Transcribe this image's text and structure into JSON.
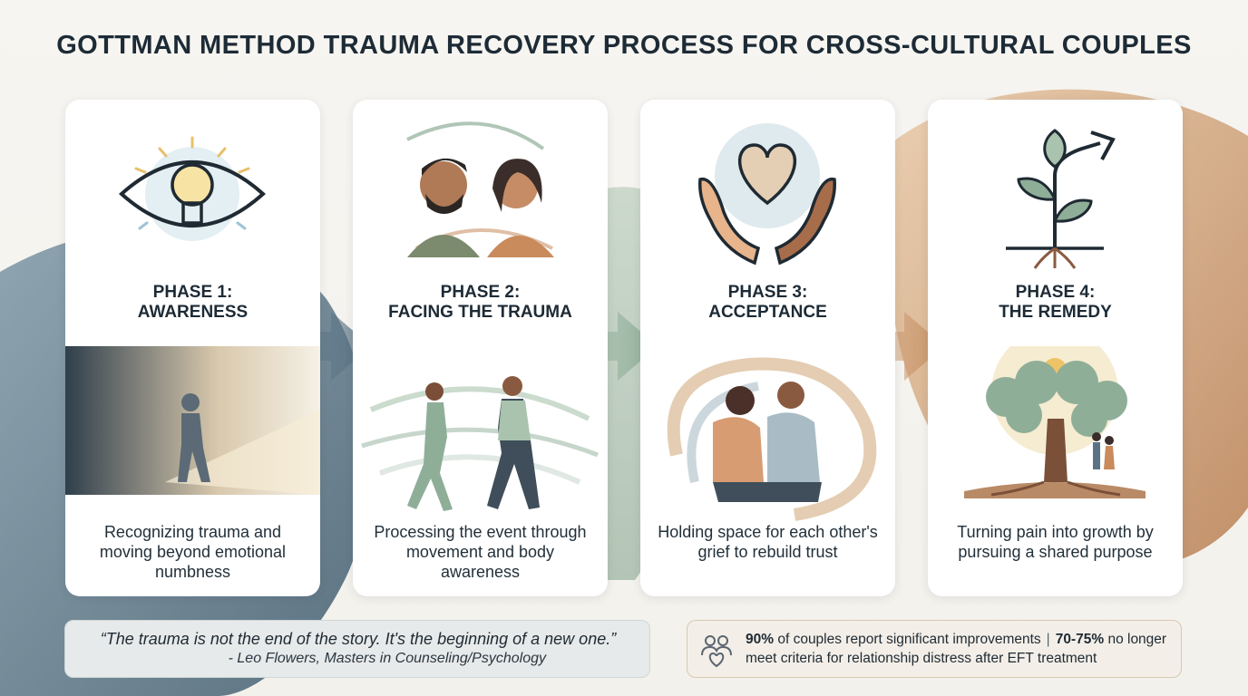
{
  "title": "GOTTMAN METHOD TRAUMA RECOVERY PROCESS FOR CROSS-CULTURAL COUPLES",
  "colors": {
    "slate": "#5a7384",
    "sage": "#8fae98",
    "tan": "#c9956a",
    "text": "#1d2b36"
  },
  "phases": [
    {
      "line1": "PHASE 1:",
      "line2": "AWARENESS",
      "desc": "Recognizing trauma and moving beyond emotional numbness",
      "icon": "eye-lightbulb-icon",
      "scene": "walking-figure-into-light"
    },
    {
      "line1": "PHASE 2:",
      "line2": "FACING THE TRAUMA",
      "desc": "Processing the event through movement and body awareness",
      "icon": "couple-faces-icon",
      "scene": "couple-dancing"
    },
    {
      "line1": "PHASE 3:",
      "line2": "ACCEPTANCE",
      "desc": "Holding space for each other's grief to rebuild trust",
      "icon": "heart-in-hands-icon",
      "scene": "couple-embracing"
    },
    {
      "line1": "PHASE 4:",
      "line2": "THE REMEDY",
      "desc": "Turning pain into growth by pursuing a shared purpose",
      "icon": "growing-plant-arrow-icon",
      "scene": "couple-under-tree"
    }
  ],
  "quote": {
    "text": "“The trauma is not the end of the story. It's the beginning of a new one.”",
    "author": "- Leo Flowers, Masters in Counseling/Psychology"
  },
  "stat": {
    "icon": "couple-heart-icon",
    "stat1_value": "90%",
    "stat1_text": " of couples report significant improvements",
    "separator": "|",
    "stat2_value": "70-75%",
    "stat2_text": " no longer meet criteria for relationship distress after EFT treatment"
  }
}
